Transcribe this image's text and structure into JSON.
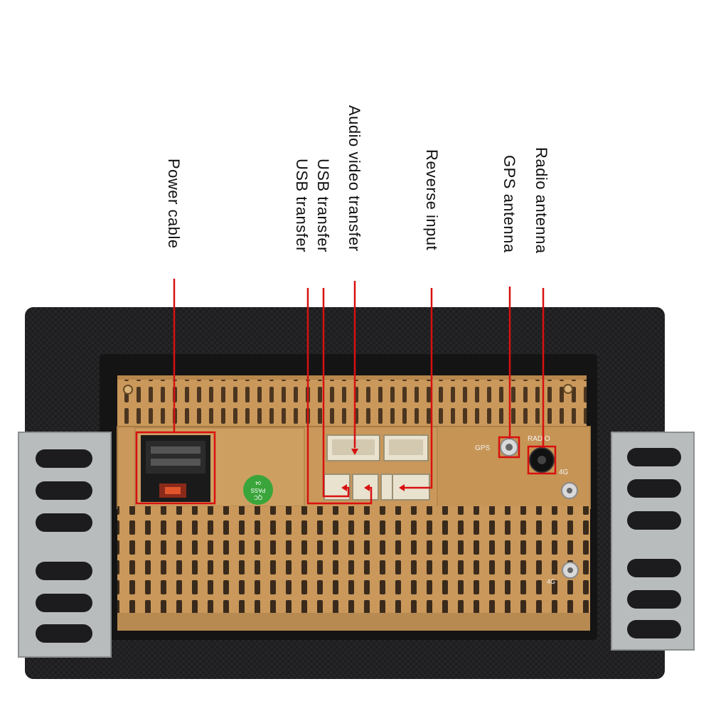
{
  "labels": {
    "power": "Power cable",
    "usb1": "USB transfer",
    "usb2": "USB transfer",
    "av": "Audio video transfer",
    "reverse": "Reverse input",
    "gps": "GPS antenna",
    "radio": "Radio antenna"
  },
  "device": {
    "gps_port_label": "GPS",
    "radio_port_label": "RADIO",
    "fourg_label_1": "4G",
    "fourg_label_2": "4G",
    "qc_line1": "QC",
    "qc_line2": "PASS",
    "qc_line3": "04"
  },
  "colors": {
    "highlight": "#d81010",
    "brass": "#c9985a",
    "brass_dark": "#8a6234",
    "bracket": "#b9bcbd",
    "bezel": "#1c1c1e",
    "qc_sticker": "#3aa53a"
  }
}
